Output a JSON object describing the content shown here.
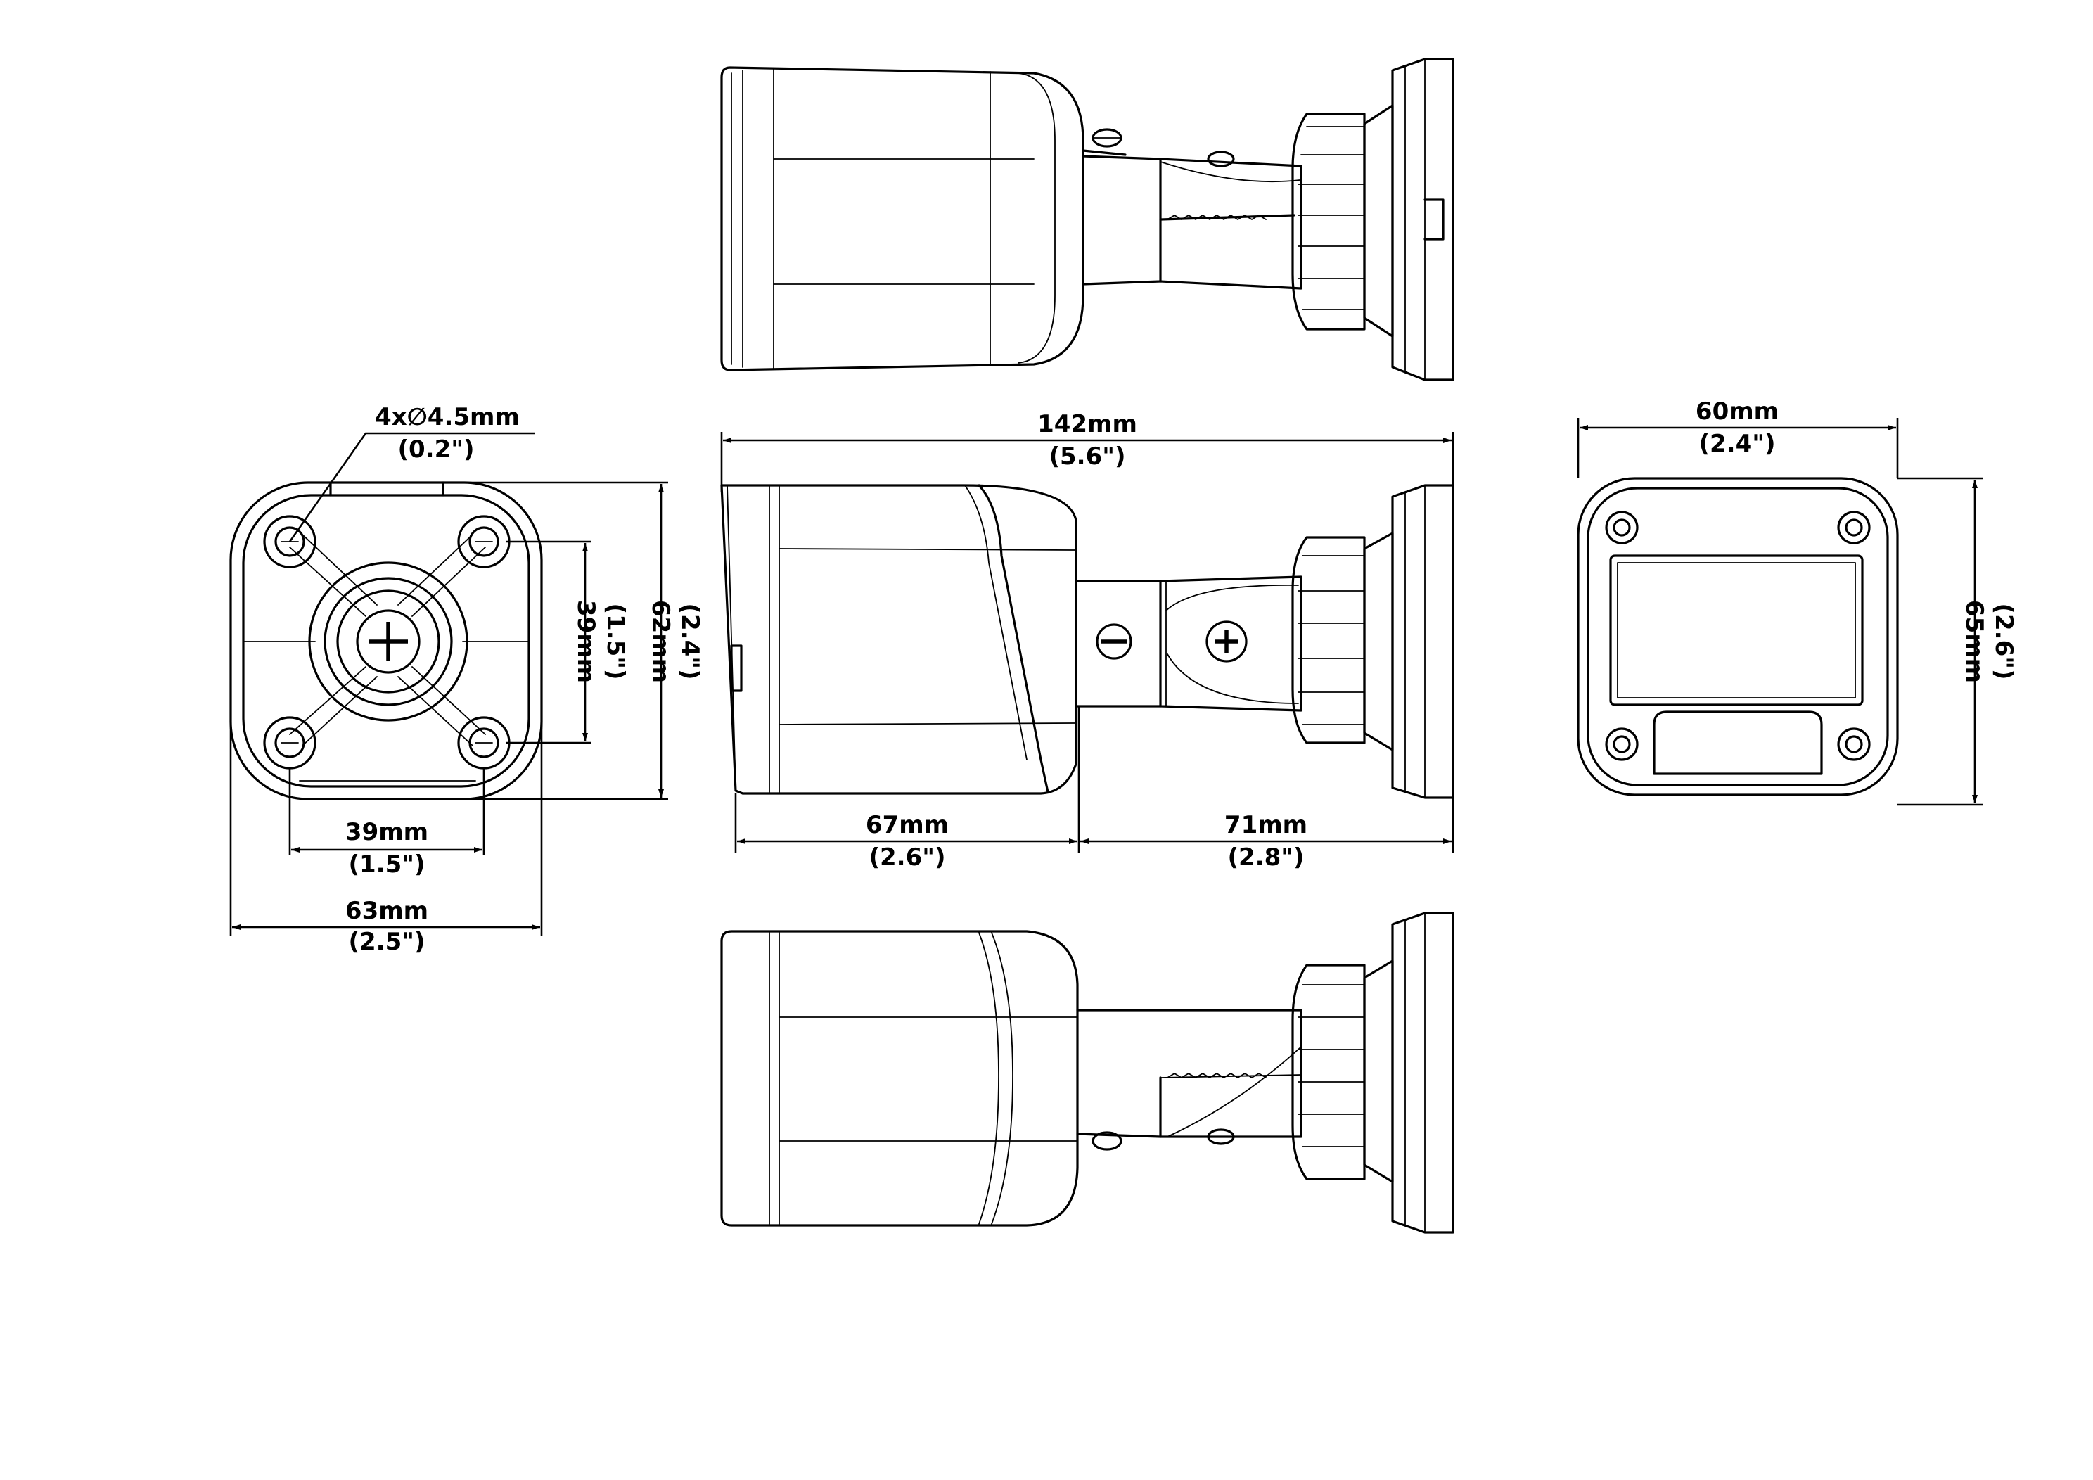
{
  "dimensions": {
    "hole_callout": {
      "value": "4x∅4.5mm",
      "inch": "(0.2\")"
    },
    "mount_hole_spacing_vertical": {
      "value": "39mm",
      "inch": "(1.5\")"
    },
    "mount_base_height": {
      "value": "62mm",
      "inch": "(2.4\")"
    },
    "mount_hole_spacing_horizontal": {
      "value": "39mm",
      "inch": "(1.5\")"
    },
    "mount_base_width": {
      "value": "63mm",
      "inch": "(2.5\")"
    },
    "overall_length": {
      "value": "142mm",
      "inch": "(5.6\")"
    },
    "housing_length": {
      "value": "67mm",
      "inch": "(2.6\")"
    },
    "bracket_length": {
      "value": "71mm",
      "inch": "(2.8\")"
    },
    "front_width": {
      "value": "60mm",
      "inch": "(2.4\")"
    },
    "front_height": {
      "value": "65mm",
      "inch": "(2.6\")"
    }
  }
}
